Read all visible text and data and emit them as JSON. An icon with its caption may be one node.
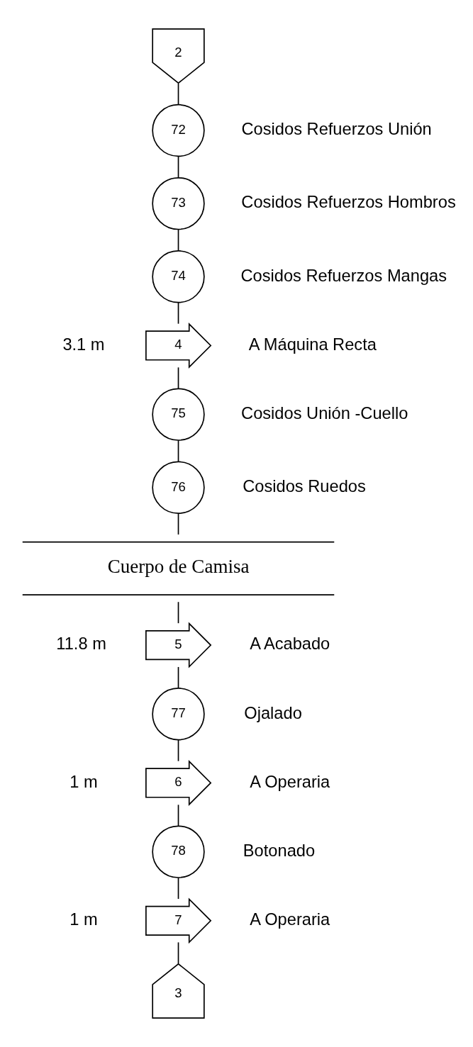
{
  "diagram": {
    "nodes": [
      {
        "text": [
          "2"
        ]
      },
      {
        "text": [
          "72"
        ],
        "beside": [
          "Cosidos Refuerzos Unión"
        ]
      },
      {
        "text": [
          "73"
        ],
        "beside": [
          "Cosidos Refuerzos Hombros"
        ]
      },
      {
        "text": [
          "74"
        ],
        "beside": [
          "Cosidos Refuerzos Mangas"
        ]
      },
      {
        "text": [
          "4"
        ],
        "beside": [
          "3.1 m",
          "A Máquina Recta"
        ]
      },
      {
        "text": [
          "75"
        ],
        "beside": [
          "Cosidos Unión -Cuello"
        ]
      },
      {
        "text": [
          "76"
        ],
        "beside": [
          "Cosidos Ruedos"
        ]
      },
      {
        "text": [
          "Cuerpo de Camisa"
        ]
      },
      {
        "text": [
          "5"
        ],
        "beside": [
          "11.8 m",
          "A Acabado"
        ]
      },
      {
        "text": [
          "77"
        ],
        "beside": [
          "Ojalado"
        ]
      },
      {
        "text": [
          "6"
        ],
        "beside": [
          "1 m",
          "A Operaria"
        ]
      },
      {
        "text": [
          "78"
        ],
        "beside": [
          "Botonado"
        ]
      },
      {
        "text": [
          "7"
        ],
        "beside": [
          "1 m",
          "A Operaria"
        ]
      },
      {
        "text": [
          "3"
        ]
      }
    ],
    "edges": [
      {
        "from": 0,
        "to": 1,
        "arrow": "none"
      },
      {
        "from": 1,
        "to": 2,
        "arrow": "none"
      },
      {
        "from": 2,
        "to": 3,
        "arrow": "none"
      },
      {
        "from": 3,
        "to": 4,
        "arrow": "none"
      },
      {
        "from": 4,
        "to": 5,
        "arrow": "none"
      },
      {
        "from": 5,
        "to": 6,
        "arrow": "none"
      },
      {
        "from": 6,
        "to": 7,
        "arrow": "none"
      },
      {
        "from": 7,
        "to": 8,
        "arrow": "none"
      },
      {
        "from": 8,
        "to": 9,
        "arrow": "none"
      },
      {
        "from": 9,
        "to": 10,
        "arrow": "none"
      },
      {
        "from": 10,
        "to": 11,
        "arrow": "none"
      },
      {
        "from": 11,
        "to": 12,
        "arrow": "none"
      },
      {
        "from": 12,
        "to": 13,
        "arrow": "none"
      }
    ]
  }
}
